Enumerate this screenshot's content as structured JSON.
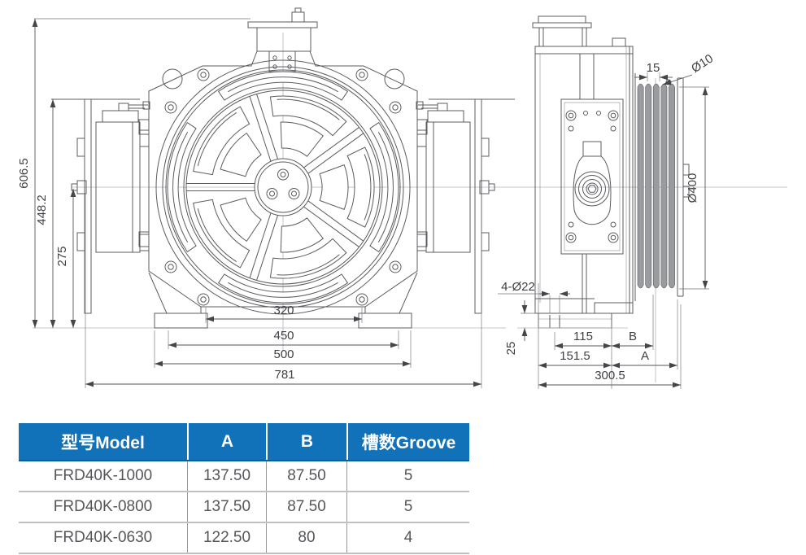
{
  "colors": {
    "accent_blue": "#1171b9",
    "line_gray": "#5b5c5f",
    "text_gray": "#55565a"
  },
  "front": {
    "dims": {
      "overall_height": "606.5",
      "brake_top_height": "448.2",
      "center_height": "275",
      "feet_inner_span": "320",
      "bolt_span": "450",
      "base_width": "500",
      "overall_width": "781"
    }
  },
  "side": {
    "dims": {
      "groove_pitch": "15",
      "rope_dia": "Ø10",
      "sheave_dia": "Ø400",
      "foot_holes": "4-Ø22",
      "foot_height": "25",
      "dim_115": "115",
      "dim_B": "B",
      "dim_151_5": "151.5",
      "dim_A": "A",
      "overall_depth": "300.5"
    }
  },
  "table": {
    "headers": [
      "型号Model",
      "A",
      "B",
      "槽数Groove"
    ],
    "rows": [
      {
        "model": "FRD40K-1000",
        "a": "137.50",
        "b": "87.50",
        "groove": "5"
      },
      {
        "model": "FRD40K-0800",
        "a": "137.50",
        "b": "87.50",
        "groove": "5"
      },
      {
        "model": "FRD40K-0630",
        "a": "122.50",
        "b": "80",
        "groove": "4"
      }
    ]
  }
}
